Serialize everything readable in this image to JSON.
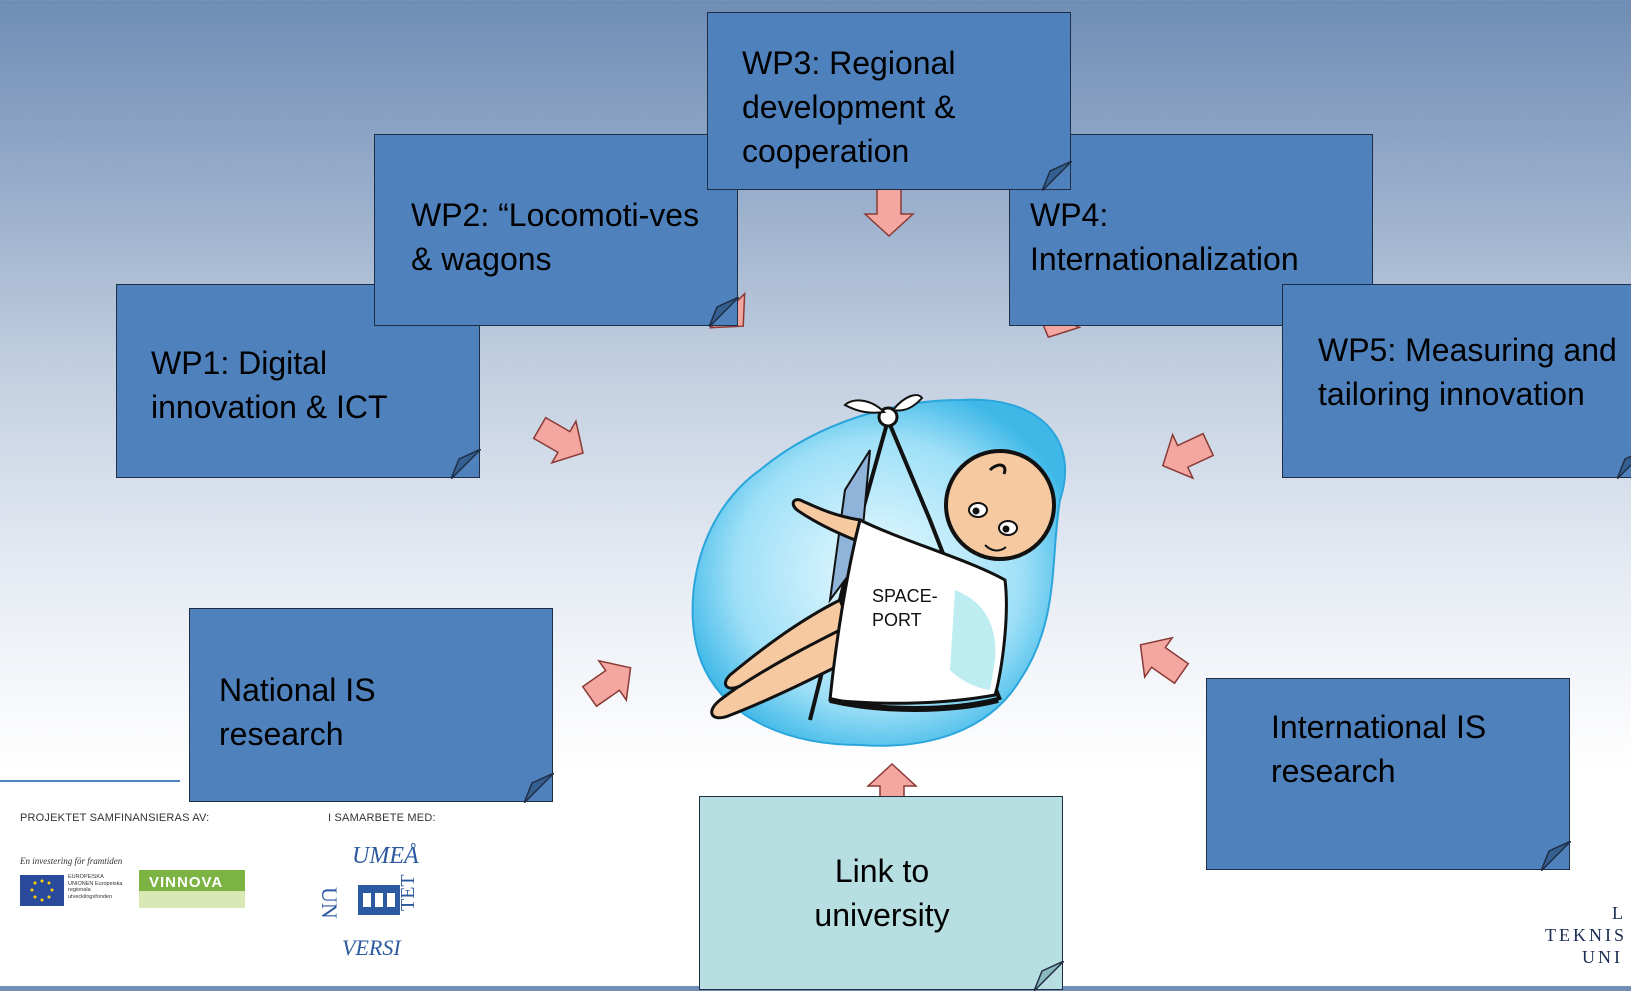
{
  "boxes": {
    "wp3": "WP3: Regional development & cooperation",
    "wp2": "WP2: “Locomoti-ves & wagons",
    "wp4": "WP4: Internationalization",
    "wp1": "WP1: Digital innovation & ICT",
    "wp5": "WP5: Measuring and tailoring innovation",
    "national": "National IS research",
    "international": "International IS research",
    "link": "Link to university"
  },
  "center": {
    "label_line1": "SPACE-",
    "label_line2": "PORT"
  },
  "footer": {
    "cofinanced": "PROJEKTET SAMFINANSIERAS AV:",
    "tagline": "En investering för framtiden",
    "eu_text": "EUROPEISKA UNIONEN Europeiska regionala utvecklingsfonden",
    "vinnova": "VINNOVA",
    "cooperation": "I SAMARBETE MED:",
    "umea_top": "UMEÅ",
    "umea_left": "UN",
    "umea_bottom": "VERSI",
    "umea_right": "TET",
    "ltu_1": "L",
    "ltu_2": "TEKNIS",
    "ltu_3": "UNI"
  },
  "colors": {
    "box": "#4f81bd",
    "box_light": "#b7dfe2",
    "arrow": "#f4a6a0",
    "cloud": "#3fb8e8"
  }
}
